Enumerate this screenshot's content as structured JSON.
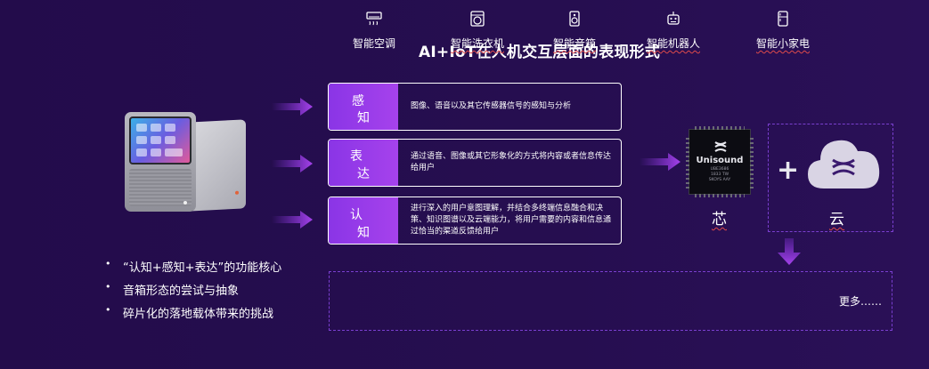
{
  "slide": {
    "title": "AI+IoT在人机交互层面的表现形式",
    "rows": [
      {
        "label_chars": [
          "感",
          "知"
        ],
        "desc": "图像、语音以及其它传感器信号的感知与分析"
      },
      {
        "label_chars": [
          "表",
          "达"
        ],
        "desc": "通过语音、图像或其它形象化的方式将内容或者信息传达给用户"
      },
      {
        "label_chars": [
          "认",
          "知"
        ],
        "desc": "进行深入的用户意图理解，并结合多终端信息融合和决策、知识图谱以及云端能力，将用户需要的内容和信息通过恰当的渠道反馈给用户"
      }
    ],
    "chip": {
      "brand": "Unisound",
      "fine_lines": [
        "UBE3686",
        "1833 TW",
        "SKOYS AAY"
      ],
      "caption": "芯"
    },
    "cloud": {
      "plus": "+",
      "caption": "云"
    },
    "bullets": [
      "“认知+感知+表达”的功能核心",
      "音箱形态的尝试与抽象",
      "碎片化的落地载体带来的挑战"
    ],
    "devices": [
      {
        "icon": "air-conditioner-icon",
        "name": "智能空调"
      },
      {
        "icon": "washing-machine-icon",
        "name": "智能洗衣机"
      },
      {
        "icon": "speaker-icon",
        "name": "智能音箱"
      },
      {
        "icon": "robot-icon",
        "name": "智能机器人"
      },
      {
        "icon": "fridge-icon",
        "name": "智能小家电"
      }
    ],
    "more": "更多……",
    "colors": {
      "background": "#240d4d",
      "accent": "#a642ec",
      "dashed_border": "#7a3fd0"
    }
  }
}
